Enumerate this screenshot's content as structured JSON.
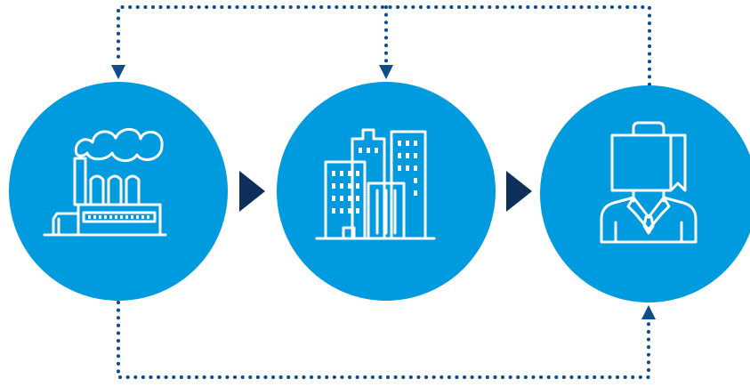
{
  "diagram": {
    "stages": [
      {
        "id": "factory",
        "icon": "factory-icon"
      },
      {
        "id": "office-buildings",
        "icon": "office-buildings-icon"
      },
      {
        "id": "shopper",
        "icon": "shopper-with-bag-icon"
      }
    ],
    "connectors": [
      {
        "from": "factory",
        "to": "office-buildings",
        "style": "solid-arrow"
      },
      {
        "from": "office-buildings",
        "to": "shopper",
        "style": "solid-arrow"
      },
      {
        "from": "shopper",
        "to": "factory",
        "style": "dotted-line-top"
      },
      {
        "from": "shopper",
        "to": "office-buildings",
        "style": "dotted-line-top"
      },
      {
        "from": "factory",
        "to": "shopper",
        "style": "dotted-line-bottom"
      }
    ]
  },
  "colors": {
    "circle": "#009ADE",
    "arrow": "#0E2F5C",
    "dotted": "#0E4C8C",
    "icon_stroke": "#FFFFFF",
    "background": "#FFFFFF"
  }
}
